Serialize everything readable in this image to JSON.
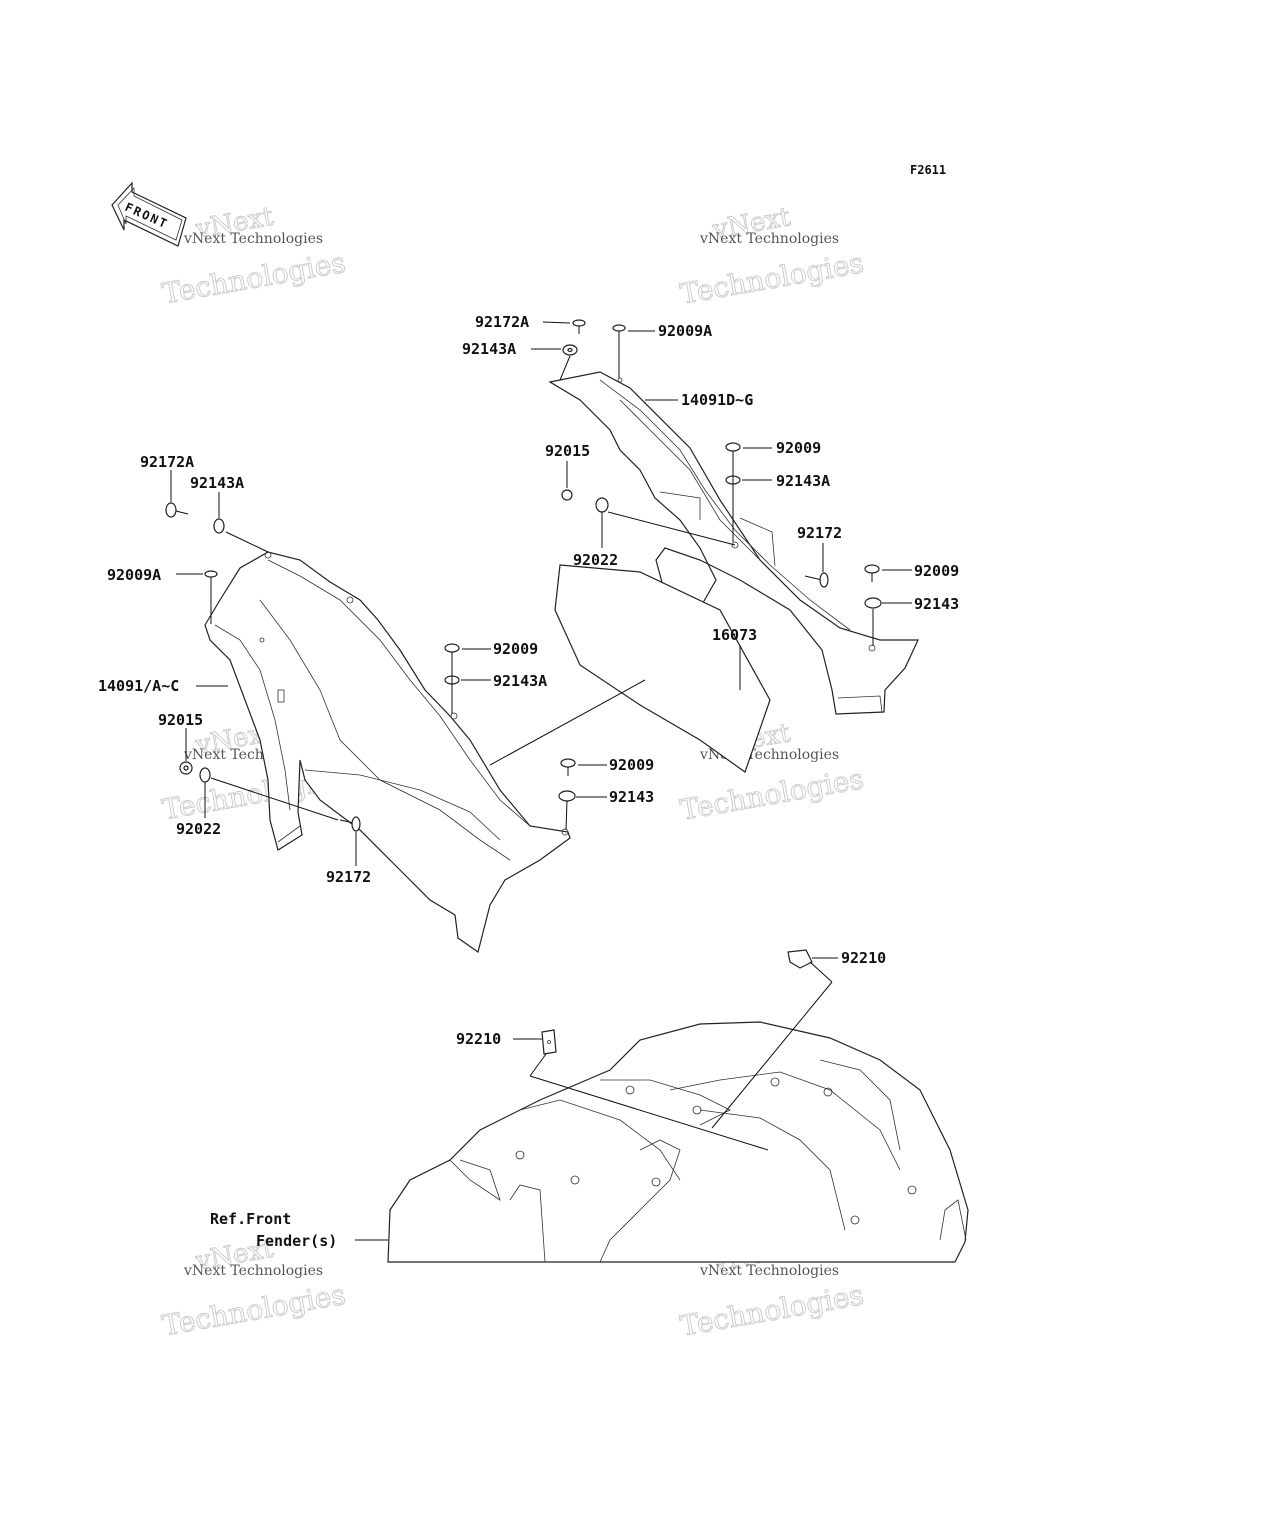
{
  "diagram_code": "F2611",
  "front_arrow_label": "FRONT",
  "watermark": {
    "line1": "vNext",
    "line2": "vNext Technologies",
    "line3": "Technologies"
  },
  "labels": {
    "upper_92172A": "92172A",
    "upper_92009A": "92009A",
    "upper_92143A": "92143A",
    "cover_R": "14091D~G",
    "upper_92015": "92015",
    "upper_92009_a": "92009",
    "upper_92143A_b": "92143A",
    "upper_92022": "92022",
    "upper_92172": "92172",
    "upper_92009_b": "92009",
    "upper_92143": "92143",
    "pad_16073": "16073",
    "left_92172A": "92172A",
    "left_92143A": "92143A",
    "left_92009A": "92009A",
    "center_92009": "92009",
    "center_92143A": "92143A",
    "cover_L": "14091/A~C",
    "left_92015": "92015",
    "left_92022": "92022",
    "center_92009_b": "92009",
    "center_92143": "92143",
    "left_92172": "92172",
    "clip_92210_a": "92210",
    "clip_92210_b": "92210",
    "ref_line1": "Ref.Front",
    "ref_line2": "Fender(s)"
  }
}
